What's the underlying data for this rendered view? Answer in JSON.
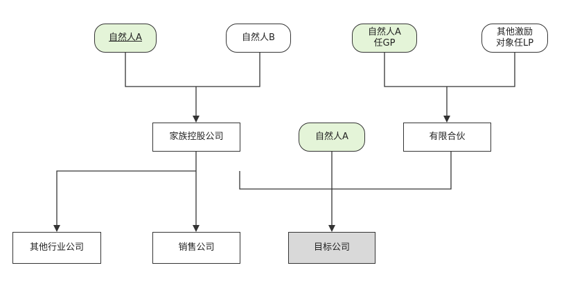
{
  "nodes": {
    "person_a_top": "自然人A",
    "person_b": "自然人B",
    "person_a_gp": "自然人A\n任GP",
    "incentive_lp": "其他激励\n对象任LP",
    "family_holding": "家族控股公司",
    "person_a_mid": "自然人A",
    "limited_partnership": "有限合伙",
    "other_industry": "其他行业公司",
    "sales_company": "销售公司",
    "target_company": "目标公司"
  },
  "colors": {
    "person_fill": "#e4f4d8",
    "target_fill": "#d9d9d9",
    "stroke": "#333333"
  }
}
